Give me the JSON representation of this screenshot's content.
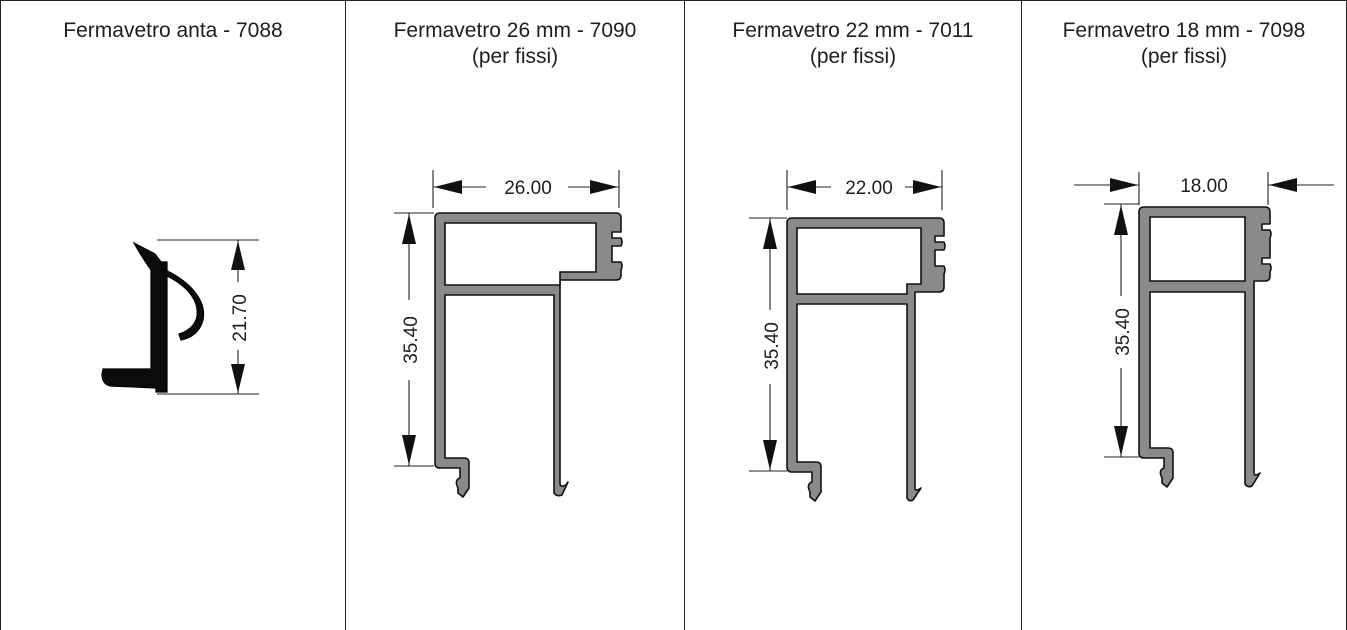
{
  "panels": [
    {
      "title_line1": "Fermavetro anta - 7088",
      "title_line2": "",
      "height_dim": "21.70"
    },
    {
      "title_line1": "Fermavetro 26 mm - 7090",
      "title_line2": "(per fissi)",
      "width_dim": "26.00",
      "height_dim": "35.40"
    },
    {
      "title_line1": "Fermavetro 22 mm - 7011",
      "title_line2": "(per fissi)",
      "width_dim": "22.00",
      "height_dim": "35.40"
    },
    {
      "title_line1": "Fermavetro 18 mm - 7098",
      "title_line2": "(per fissi)",
      "width_dim": "18.00",
      "height_dim": "35.40"
    }
  ],
  "colors": {
    "profile_fill": "#8a8a8a",
    "gasket_fill": "#0c0c0c",
    "line": "#222222"
  }
}
